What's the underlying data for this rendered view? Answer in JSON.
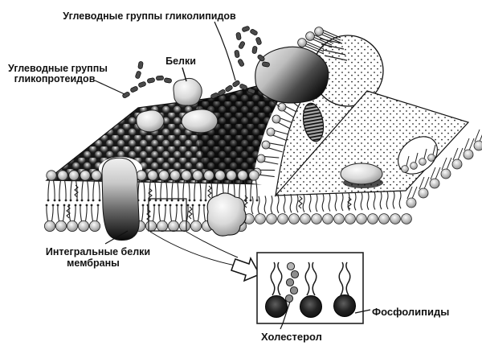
{
  "figure": {
    "type": "cell-membrane-diagram",
    "labels": {
      "glycolipid_groups": "Углеводные группы гликолипидов",
      "glycoprotein_groups_line1": "Углеводные группы",
      "glycoprotein_groups_line2": "гликопротеидов",
      "proteins": "Белки",
      "integral_proteins_line1": "Интегральные белки",
      "integral_proteins_line2": "мембраны",
      "cholesterol": "Холестерол",
      "phospholipids": "Фосфолипиды"
    },
    "colors": {
      "paper": "#ffffff",
      "ink": "#111111",
      "sphere_dark": "#1a1a1a",
      "head_gray": "#b7b7b7",
      "protein_gray": "#d2d2d2"
    }
  }
}
